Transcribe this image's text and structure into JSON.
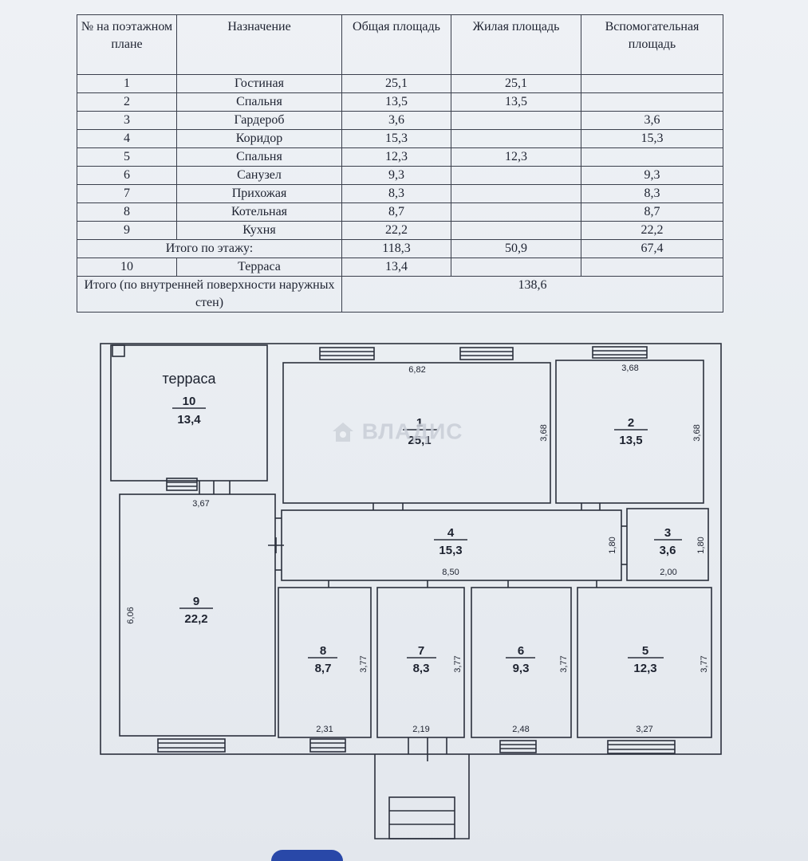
{
  "table": {
    "headers": [
      "№ на поэтажном плане",
      "Назначение",
      "Общая площадь",
      "Жилая площадь",
      "Вспомогательная площадь"
    ],
    "rows": [
      {
        "num": "1",
        "name": "Гостиная",
        "total": "25,1",
        "living": "25,1",
        "aux": ""
      },
      {
        "num": "2",
        "name": "Спальня",
        "total": "13,5",
        "living": "13,5",
        "aux": ""
      },
      {
        "num": "3",
        "name": "Гардероб",
        "total": "3,6",
        "living": "",
        "aux": "3,6"
      },
      {
        "num": "4",
        "name": "Коридор",
        "total": "15,3",
        "living": "",
        "aux": "15,3"
      },
      {
        "num": "5",
        "name": "Спальня",
        "total": "12,3",
        "living": "12,3",
        "aux": ""
      },
      {
        "num": "6",
        "name": "Санузел",
        "total": "9,3",
        "living": "",
        "aux": "9,3"
      },
      {
        "num": "7",
        "name": "Прихожая",
        "total": "8,3",
        "living": "",
        "aux": "8,3"
      },
      {
        "num": "8",
        "name": "Котельная",
        "total": "8,7",
        "living": "",
        "aux": "8,7"
      },
      {
        "num": "9",
        "name": "Кухня",
        "total": "22,2",
        "living": "",
        "aux": "22,2"
      }
    ],
    "floor_total": {
      "label": "Итого по этажу:",
      "total": "118,3",
      "living": "50,9",
      "aux": "67,4"
    },
    "terrace_row": {
      "num": "10",
      "name": "Терраса",
      "total": "13,4"
    },
    "grand_total": {
      "label": "Итого (по внутренней поверхности наружных стен)",
      "value": "138,6"
    }
  },
  "plan": {
    "terrace_label": "терраса",
    "rooms": [
      {
        "num": "10",
        "area": "13,4"
      },
      {
        "num": "1",
        "area": "25,1"
      },
      {
        "num": "2",
        "area": "13,5"
      },
      {
        "num": "4",
        "area": "15,3"
      },
      {
        "num": "3",
        "area": "3,6"
      },
      {
        "num": "9",
        "area": "22,2"
      },
      {
        "num": "8",
        "area": "8,7"
      },
      {
        "num": "7",
        "area": "8,3"
      },
      {
        "num": "6",
        "area": "9,3"
      },
      {
        "num": "5",
        "area": "12,3"
      }
    ],
    "dimensions": {
      "r1_w": "6,82",
      "r1_h": "3,68",
      "r2_w": "3,68",
      "r2_h": "3,68",
      "r9_w": "3,67",
      "r9_h": "6,06",
      "r4_w": "8,50",
      "r4_h": "1,80",
      "r3_w": "2,00",
      "r3_h": "1,80",
      "r8_w": "2,31",
      "r8_h": "3,77",
      "r7_w": "2,19",
      "r7_h": "3,77",
      "r6_w": "2,48",
      "r6_h": "3,77",
      "r5_w": "3,27",
      "r5_h": "3,77"
    }
  },
  "watermark": "ВЛАДИС",
  "colors": {
    "ink": "#1d2230",
    "paper": "#e9edf2",
    "stamp": "#2948a8"
  }
}
